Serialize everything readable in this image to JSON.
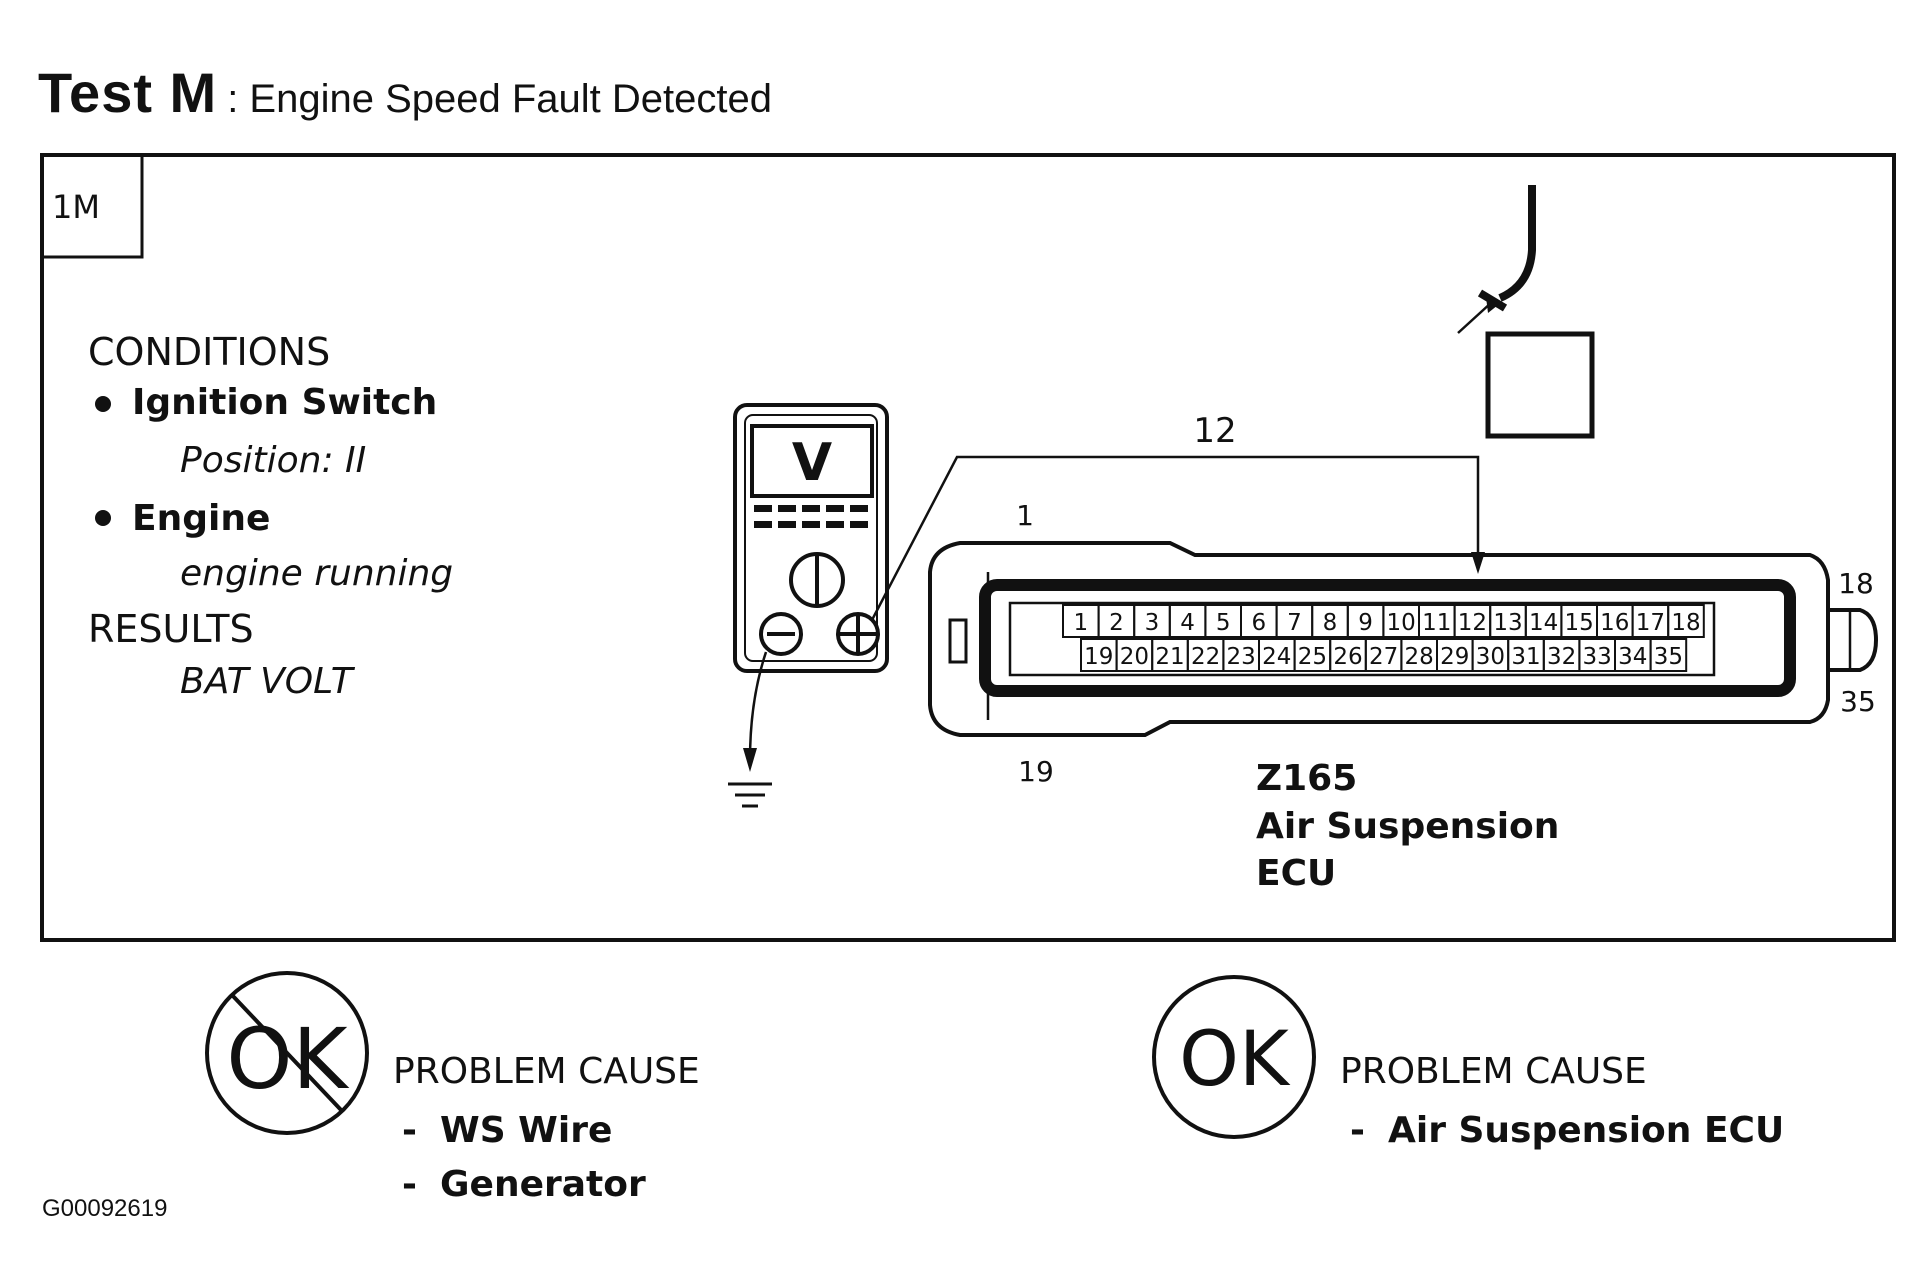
{
  "title": {
    "test": "Test M",
    "description": ": Engine Speed Fault Detected"
  },
  "step": "1M",
  "conditions": {
    "heading": "CONDITIONS",
    "items": [
      {
        "label": "Ignition Switch",
        "value": "Position: II"
      },
      {
        "label": "Engine",
        "value": "engine running"
      }
    ]
  },
  "results": {
    "heading": "RESULTS",
    "value": "BAT VOLT"
  },
  "meter": {
    "display": "V"
  },
  "wire_label": "12",
  "connector": {
    "pin_labels": {
      "top_left": "1",
      "top_right": "18",
      "bottom_left": "19",
      "bottom_right": "35"
    },
    "top_pins": [
      "1",
      "2",
      "3",
      "4",
      "5",
      "6",
      "7",
      "8",
      "9",
      "10",
      "11",
      "12",
      "13",
      "14",
      "15",
      "16",
      "17",
      "18"
    ],
    "bottom_pins": [
      "19",
      "20",
      "21",
      "22",
      "23",
      "24",
      "25",
      "26",
      "27",
      "28",
      "29",
      "30",
      "31",
      "32",
      "33",
      "34",
      "35"
    ],
    "id": "Z165",
    "name_line1": "Air Suspension",
    "name_line2": "ECU"
  },
  "outcomes": {
    "not_ok": {
      "symbol": "OK",
      "heading": "PROBLEM CAUSE",
      "causes": [
        "WS Wire",
        "Generator"
      ]
    },
    "ok": {
      "symbol": "OK",
      "heading": "PROBLEM CAUSE",
      "causes": [
        "Air Suspension ECU"
      ]
    }
  },
  "image_id": "G00092619"
}
